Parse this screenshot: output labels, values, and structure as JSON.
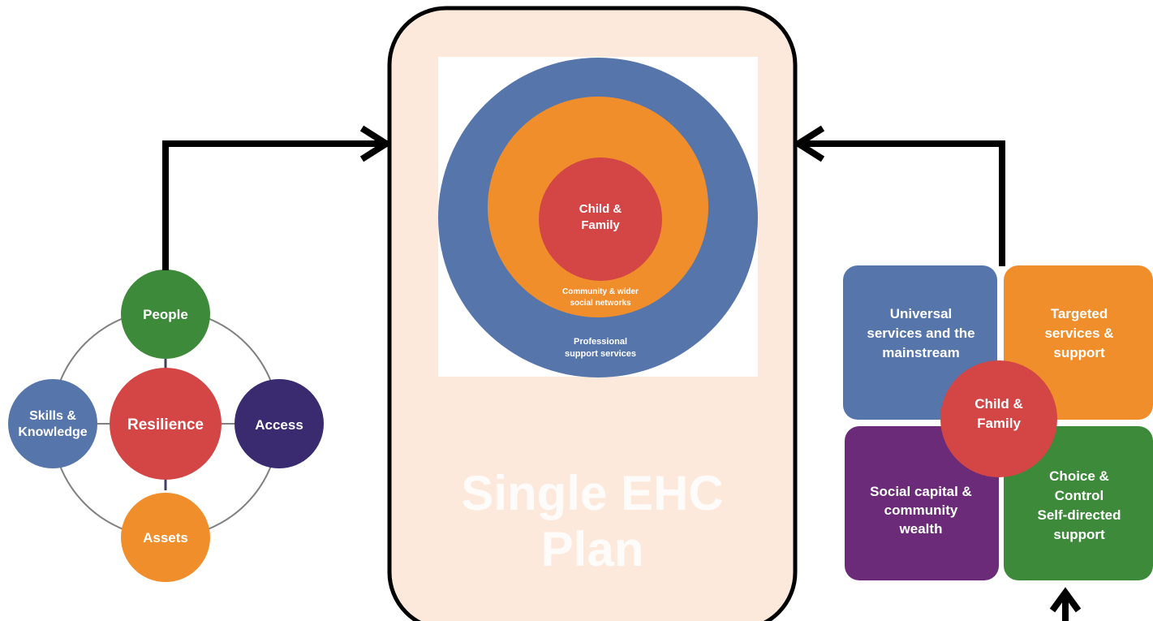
{
  "colors": {
    "blue": "#5575AB",
    "orange": "#F08E2C",
    "red": "#D44545",
    "green": "#3E8A3B",
    "purple": "#6B2B79",
    "dark_purple": "#3A2A70",
    "panel_fill": "#FDE9DB",
    "connector": "#808080",
    "arrow": "#000000"
  },
  "left_diagram": {
    "top": "People",
    "center": "Resilience",
    "left_line1": "Skills &",
    "left_line2": "Knowledge",
    "right": "Access",
    "bottom": "Assets"
  },
  "center_panel": {
    "target": {
      "inner_line1": "Child &",
      "inner_line2": "Family",
      "middle_line1": "Community & wider",
      "middle_line2": "social networks",
      "outer_line1": "Professional",
      "outer_line2": "support services"
    },
    "title_line1": "Single EHC",
    "title_line2": "Plan"
  },
  "right_diagram": {
    "top_left": [
      "Universal",
      "services and the",
      "mainstream"
    ],
    "top_right": [
      "Targeted",
      "services &",
      "support"
    ],
    "bottom_left": [
      "Social capital &",
      "community",
      "wealth"
    ],
    "bottom_right": [
      "Choice &",
      "Control",
      "Self-directed",
      "support"
    ],
    "center_line1": "Child &",
    "center_line2": "Family"
  }
}
